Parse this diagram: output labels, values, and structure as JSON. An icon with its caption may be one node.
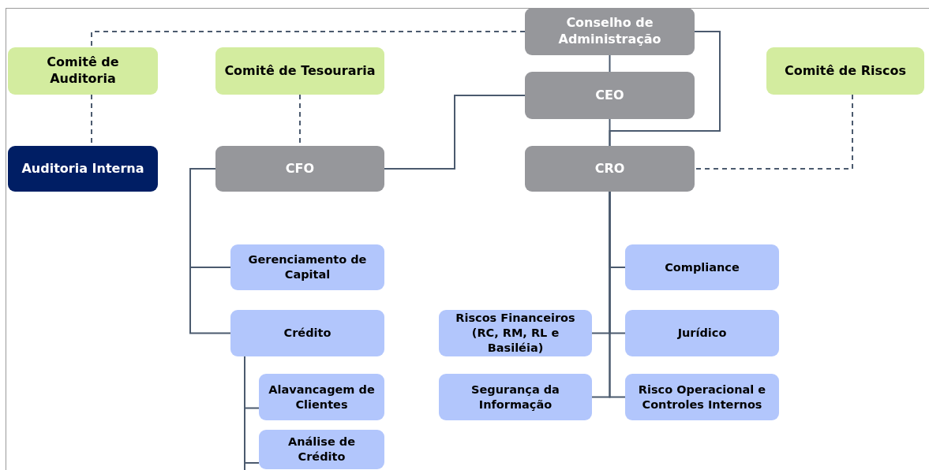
{
  "diagram": {
    "nodes": [
      {
        "text": [
          "Conselho de Administração"
        ]
      },
      {
        "text": [
          "Comitê de Auditoria"
        ]
      },
      {
        "text": [
          "Comitê de Tesouraria"
        ]
      },
      {
        "text": [
          "Comitê de Riscos"
        ]
      },
      {
        "text": [
          "CEO"
        ]
      },
      {
        "text": [
          "Auditoria Interna"
        ]
      },
      {
        "text": [
          "CFO"
        ]
      },
      {
        "text": [
          "CRO"
        ]
      },
      {
        "text": [
          "Gerenciamento de Capital"
        ]
      },
      {
        "text": [
          "Compliance"
        ]
      },
      {
        "text": [
          "Riscos Financeiros (RC, RM, RL e Basiléia)"
        ]
      },
      {
        "text": [
          "Crédito"
        ]
      },
      {
        "text": [
          "Jurídico"
        ]
      },
      {
        "text": [
          "Alavancagem de Clientes"
        ]
      },
      {
        "text": [
          "Segurança da Informação"
        ]
      },
      {
        "text": [
          "Risco Operacional e Controles Internos"
        ]
      },
      {
        "text": [
          "Análise de Crédito"
        ]
      }
    ],
    "edges": [
      {
        "from": 0,
        "to": 1,
        "arrow": "none",
        "style": "dashed"
      },
      {
        "from": 1,
        "to": 5,
        "arrow": "none",
        "style": "dashed"
      },
      {
        "from": 2,
        "to": 6,
        "arrow": "none",
        "style": "dashed"
      },
      {
        "from": 0,
        "to": 4,
        "arrow": "none"
      },
      {
        "from": 4,
        "to": 7,
        "arrow": "none"
      },
      {
        "from": 0,
        "to": 7,
        "arrow": "none"
      },
      {
        "from": 4,
        "to": 6,
        "arrow": "none"
      },
      {
        "from": 3,
        "to": 7,
        "arrow": "none",
        "style": "dashed"
      },
      {
        "from": 6,
        "to": 8,
        "arrow": "none"
      },
      {
        "from": 6,
        "to": 11,
        "arrow": "none"
      },
      {
        "from": 7,
        "to": 9,
        "arrow": "none"
      },
      {
        "from": 7,
        "to": 10,
        "arrow": "none"
      },
      {
        "from": 7,
        "to": 12,
        "arrow": "none"
      },
      {
        "from": 7,
        "to": 14,
        "arrow": "none"
      },
      {
        "from": 7,
        "to": 15,
        "arrow": "none"
      },
      {
        "from": 11,
        "to": 13,
        "arrow": "none"
      },
      {
        "from": 11,
        "to": 16,
        "arrow": "none"
      }
    ]
  }
}
